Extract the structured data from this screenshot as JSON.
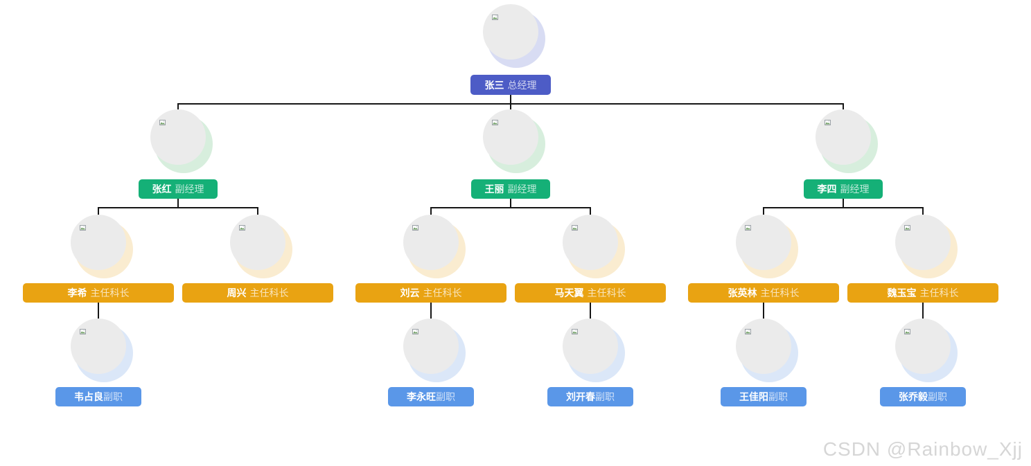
{
  "watermark": "CSDN @Rainbow_Xjj",
  "org_chart": {
    "levels": [
      {
        "role": "general-manager",
        "badge_color": "#4d5cc6",
        "halo_color": "#d8dcf3",
        "name_title_separator": " "
      },
      {
        "role": "deputy-manager",
        "badge_color": "#15b077",
        "halo_color": "#d7eedd",
        "name_title_separator": " "
      },
      {
        "role": "section-chief",
        "badge_color": "#e9a312",
        "halo_color": "#faecd0",
        "name_title_separator": " "
      },
      {
        "role": "deputy",
        "badge_color": "#5a97e8",
        "halo_color": "#dbe7f8",
        "name_title_separator": ""
      }
    ],
    "avatar_icon": "broken-image-icon",
    "avatar_photo_color": "#ebebeb",
    "nodes": [
      {
        "id": "zhangsan",
        "name": "张三",
        "title": "总经理",
        "level": 1,
        "parent": null
      },
      {
        "id": "zhanghong",
        "name": "张红",
        "title": "副经理",
        "level": 2,
        "parent": "zhangsan"
      },
      {
        "id": "wangli",
        "name": "王丽",
        "title": "副经理",
        "level": 2,
        "parent": "zhangsan"
      },
      {
        "id": "lisi",
        "name": "李四",
        "title": "副经理",
        "level": 2,
        "parent": "zhangsan"
      },
      {
        "id": "lixi",
        "name": "李希",
        "title": "主任科长",
        "level": 3,
        "parent": "zhanghong"
      },
      {
        "id": "zhouxing",
        "name": "周兴",
        "title": "主任科长",
        "level": 3,
        "parent": "zhanghong"
      },
      {
        "id": "liuyun",
        "name": "刘云",
        "title": "主任科长",
        "level": 3,
        "parent": "wangli"
      },
      {
        "id": "matianyi",
        "name": "马天翼",
        "title": "主任科长",
        "level": 3,
        "parent": "wangli"
      },
      {
        "id": "zhangyinglin",
        "name": "张英林",
        "title": "主任科长",
        "level": 3,
        "parent": "lisi"
      },
      {
        "id": "weiyubao",
        "name": "魏玉宝",
        "title": "主任科长",
        "level": 3,
        "parent": "lisi"
      },
      {
        "id": "weizhanliang",
        "name": "韦占良",
        "title": "副职",
        "level": 4,
        "parent": "lixi"
      },
      {
        "id": "liyongwang",
        "name": "李永旺",
        "title": "副职",
        "level": 4,
        "parent": "liuyun"
      },
      {
        "id": "liukaichun",
        "name": "刘开春",
        "title": "副职",
        "level": 4,
        "parent": "matianyi"
      },
      {
        "id": "wangjiayang",
        "name": "王佳阳",
        "title": "副职",
        "level": 4,
        "parent": "zhangyinglin"
      },
      {
        "id": "zhangqiaoyi",
        "name": "张乔毅",
        "title": "副职",
        "level": 4,
        "parent": "weiyubao"
      }
    ]
  }
}
